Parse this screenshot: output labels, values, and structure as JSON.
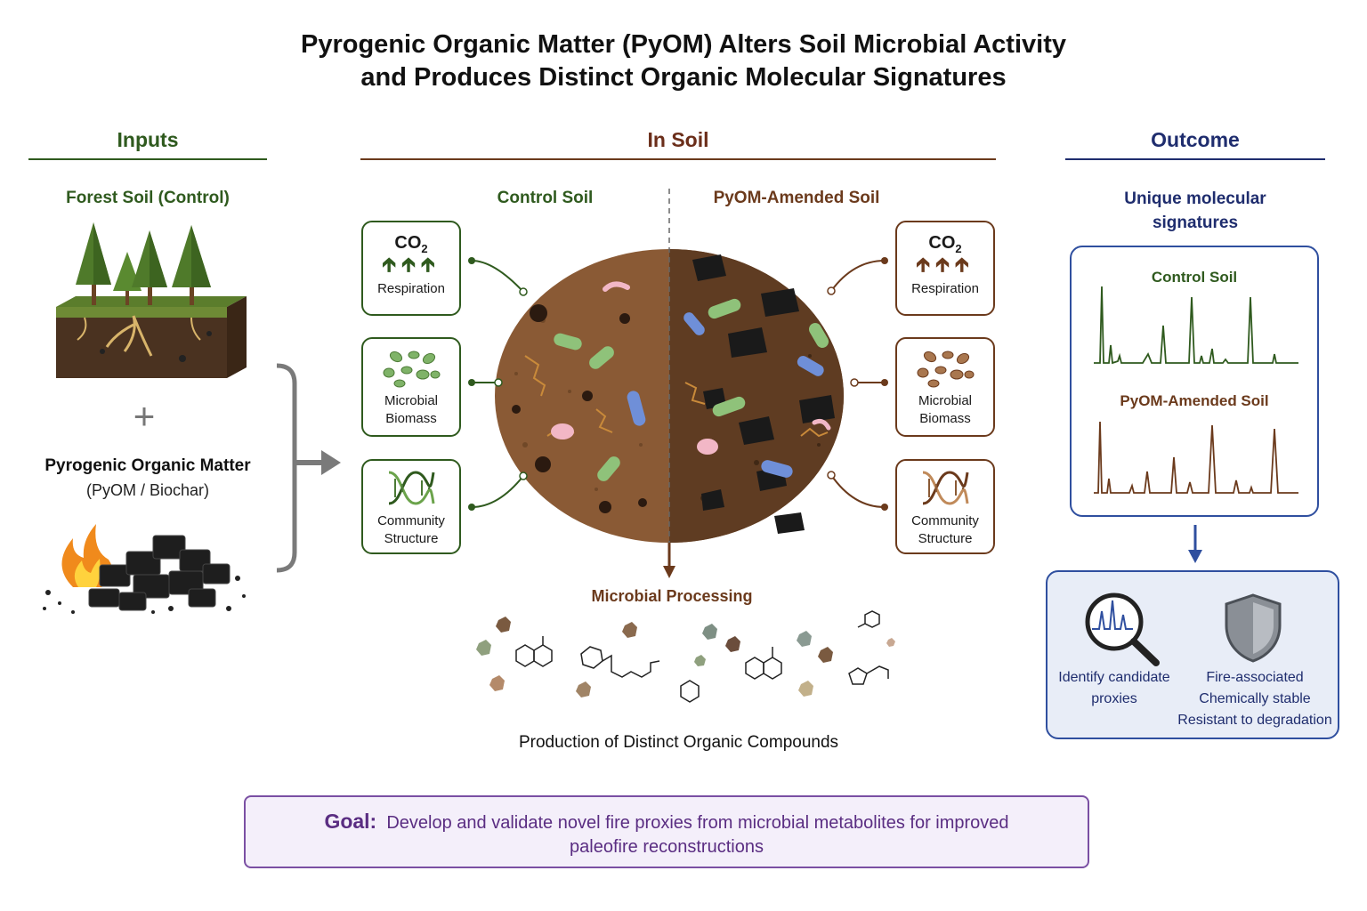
{
  "title": {
    "line1": "Pyrogenic Organic Matter (PyOM) Alters Soil Microbial Activity",
    "line2": "and Produces Distinct Organic Molecular Signatures"
  },
  "inputs": {
    "heading": "Inputs",
    "forest_label": "Forest Soil (Control)",
    "plus": "+",
    "pyom_label": "Pyrogenic Organic Matter",
    "pyom_sublabel": "(PyOM / Biochar)"
  },
  "in_soil": {
    "heading": "In Soil",
    "control_label": "Control Soil",
    "pyom_label": "PyOM-Amended Soil",
    "control_boxes": [
      {
        "title": "CO",
        "sub": "2",
        "caption": "Respiration"
      },
      {
        "caption1": "Microbial",
        "caption2": "Biomass"
      },
      {
        "caption1": "Community",
        "caption2": "Structure"
      }
    ],
    "pyom_boxes": [
      {
        "title": "CO",
        "sub": "2",
        "caption": "Respiration"
      },
      {
        "caption1": "Microbial",
        "caption2": "Biomass"
      },
      {
        "caption1": "Community",
        "caption2": "Structure"
      }
    ],
    "processing_label": "Microbial Processing",
    "production_label": "Production of Distinct Organic Compounds"
  },
  "outcome": {
    "heading": "Outcome",
    "subheading1": "Unique molecular",
    "subheading2": "signatures",
    "spectrum_control_label": "Control Soil",
    "spectrum_pyom_label": "PyOM-Amended Soil",
    "proxy_label1": "Identify candidate",
    "proxy_label2": "proxies",
    "stable_line1": "Fire-associated",
    "stable_line2": "Chemically stable",
    "stable_line3": "Resistant to degradation"
  },
  "goal": {
    "label": "Goal:",
    "text_line1": "Develop and validate novel fire proxies from microbial metabolites for improved",
    "text_line2": "paleofire reconstructions"
  },
  "colors": {
    "green": "#2f5a1e",
    "brown": "#6b3a1c",
    "navy": "#1f2d6e",
    "purple": "#5a2d82",
    "gray": "#7a7a7a"
  }
}
